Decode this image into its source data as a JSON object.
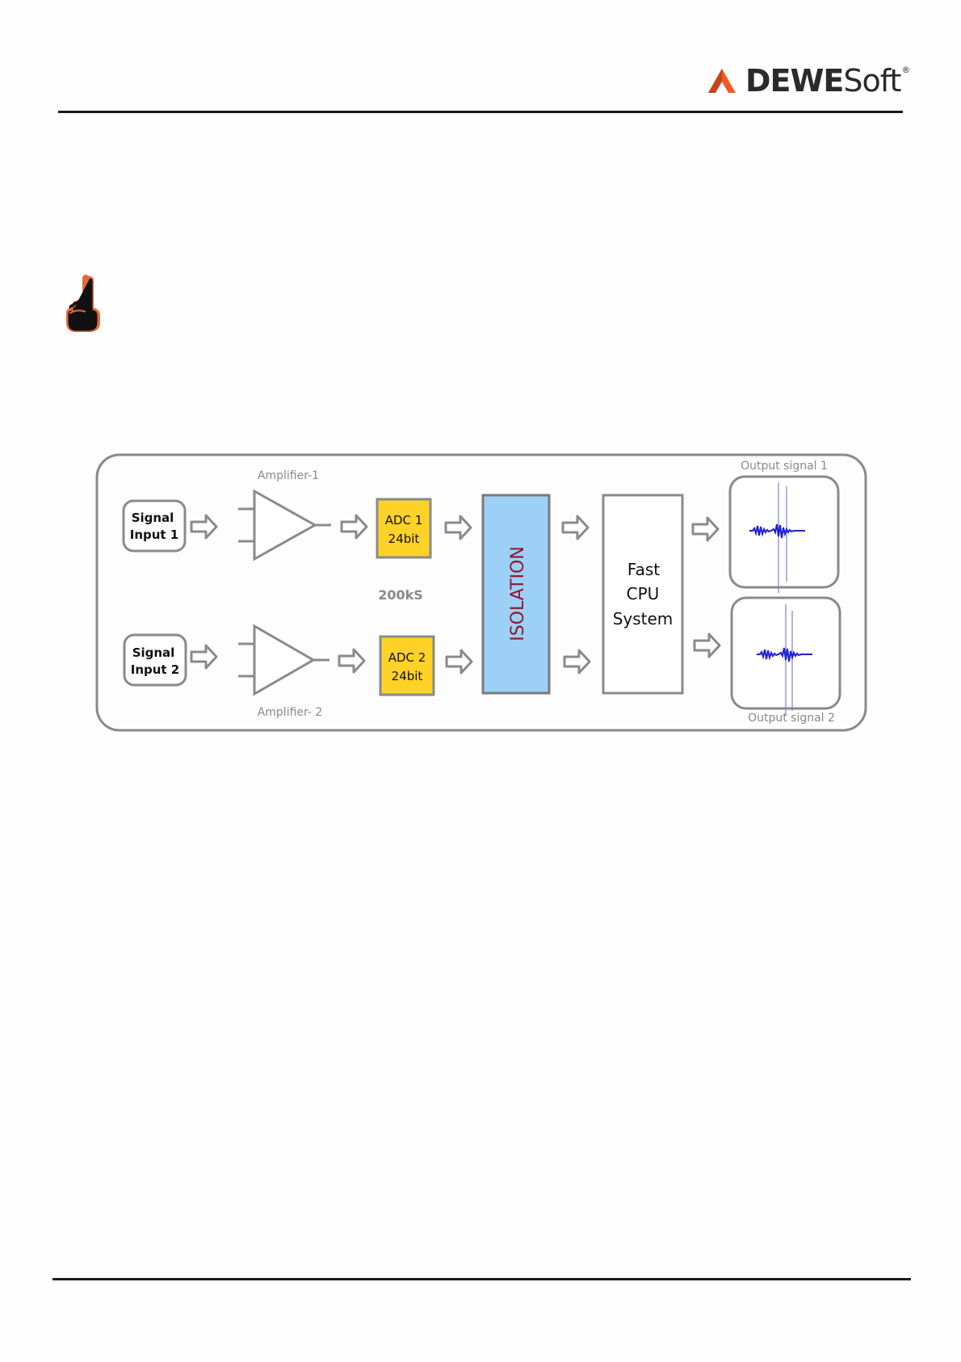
{
  "header": {
    "logo_bold": "DEWE",
    "logo_light": "Soft",
    "logo_reg": "®"
  },
  "diagram": {
    "input1_line1": "Signal",
    "input1_line2": "Input 1",
    "input2_line1": "Signal",
    "input2_line2": "Input 2",
    "amp1_label": "Amplifier-1",
    "amp2_label": "Amplifier- 2",
    "adc1_line1": "ADC 1",
    "adc1_line2": "24bit",
    "adc2_line1": "ADC 2",
    "adc2_line2": "24bit",
    "rate_label": "200kS",
    "isolation_label": "ISOLATION",
    "cpu_line1": "Fast",
    "cpu_line2": "CPU",
    "cpu_line3": "System",
    "out1_label": "Output signal 1",
    "out2_label": "Output signal 2"
  },
  "colors": {
    "adc_fill": "#ffd227",
    "isolation_fill": "#9dd0f7",
    "isolation_text": "#8b1a2b",
    "signal_blue": "#1f1fd6",
    "logo_orange": "#f15a24",
    "frame_gray": "#8a8a8a"
  }
}
